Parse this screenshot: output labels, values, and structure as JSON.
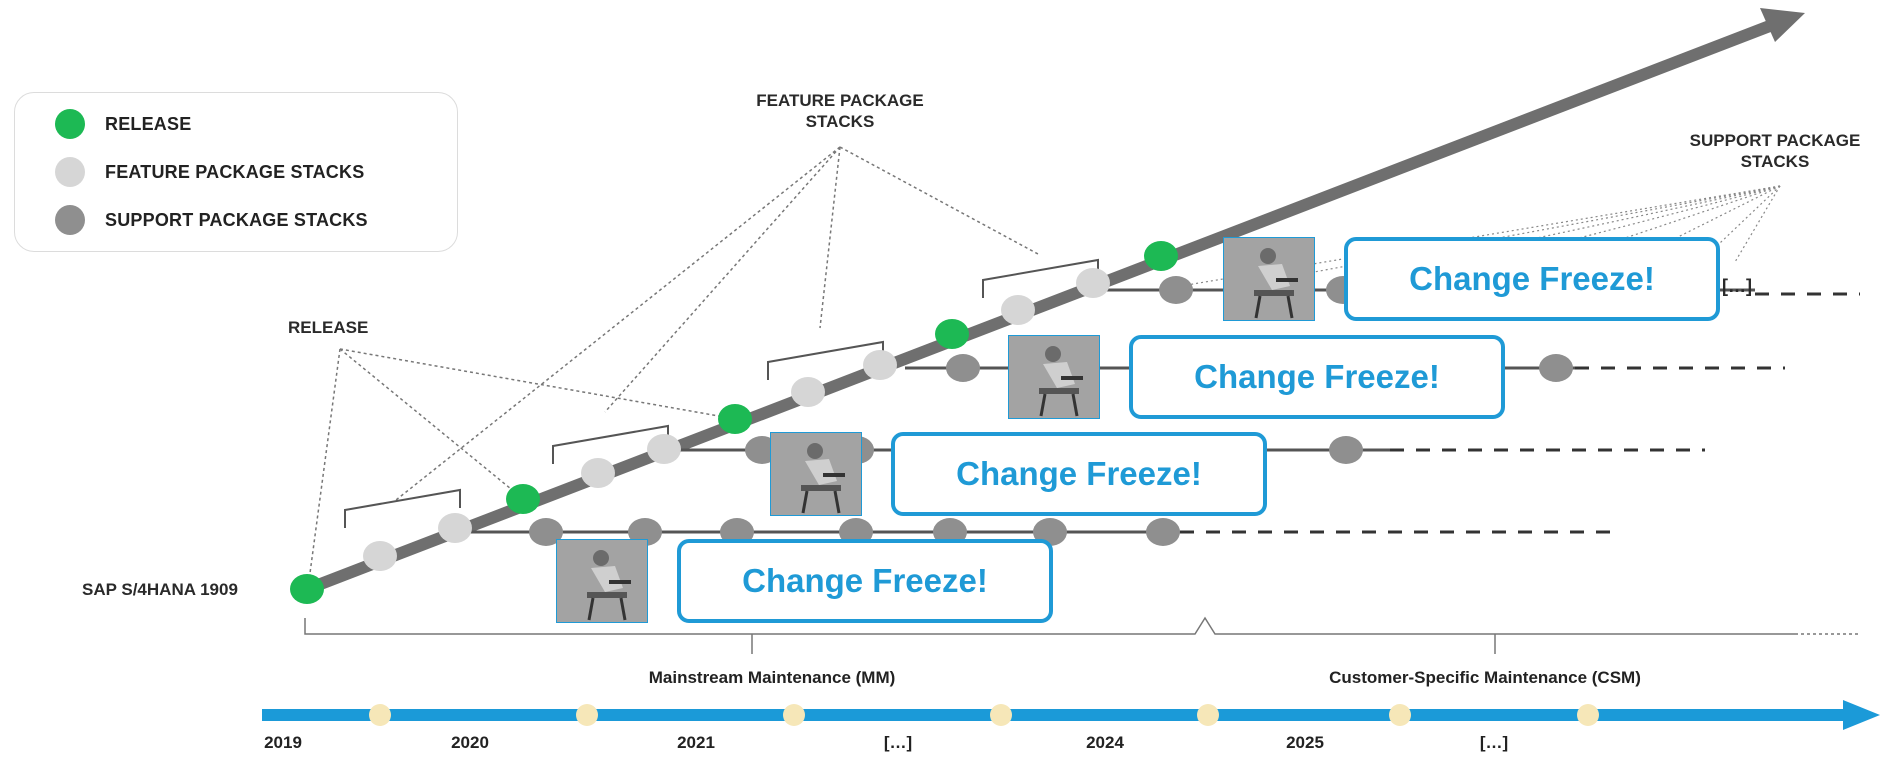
{
  "legend": [
    {
      "label": "RELEASE",
      "color": "#1db954"
    },
    {
      "label": "FEATURE PACKAGE STACKS",
      "color": "#d6d6d6"
    },
    {
      "label": "SUPPORT PACKAGE STACKS",
      "color": "#8f8f8f"
    }
  ],
  "labels": {
    "release_top": "RELEASE",
    "fps_top_line1": "FEATURE PACKAGE",
    "fps_top_line2": "STACKS",
    "sps_top_line1": "SUPPORT PACKAGE",
    "sps_top_line2": "STACKS",
    "start_release": "SAP S/4HANA 1909",
    "ellipsis_top": "[…]"
  },
  "change_freeze": [
    "Change Freeze!",
    "Change Freeze!",
    "Change Freeze!",
    "Change Freeze!"
  ],
  "maintenance": {
    "mainstream": "Mainstream Maintenance (MM)",
    "customer": "Customer-Specific Maintenance (CSM)"
  },
  "timeline_years": [
    "2019",
    "2020",
    "2021",
    "[…]",
    "2024",
    "2025",
    "[…]"
  ],
  "colors": {
    "release": "#1db954",
    "feature": "#d6d6d6",
    "support": "#8f8f8f",
    "accent": "#1f9ad6",
    "timeline": "#1b9ad8",
    "marker": "#f6e7b8"
  }
}
